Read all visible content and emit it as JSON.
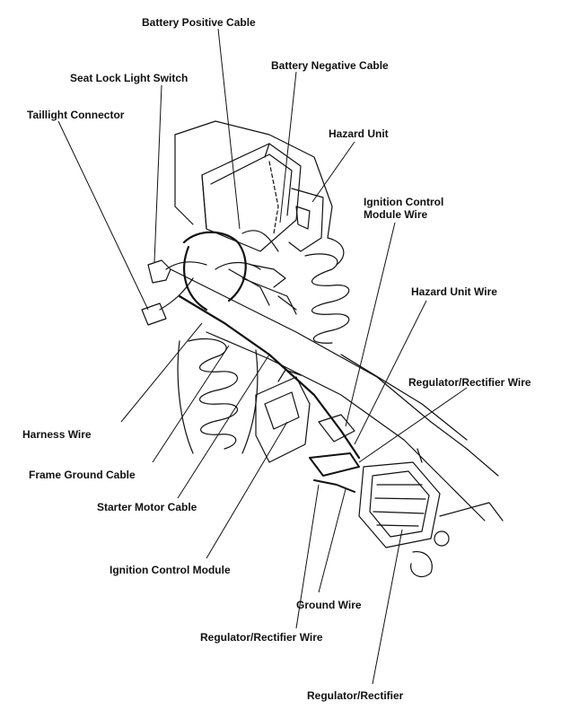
{
  "diagram": {
    "labels": {
      "battery_positive_cable": "Battery Positive Cable",
      "battery_negative_cable": "Battery Negative Cable",
      "seat_lock_light_switch": "Seat Lock Light Switch",
      "taillight_connector": "Taillight Connector",
      "hazard_unit": "Hazard Unit",
      "ignition_control_module_wire": "Ignition Control\nModule Wire",
      "hazard_unit_wire": "Hazard Unit Wire",
      "regulator_rectifier_wire_right": "Regulator/Rectifier Wire",
      "harness_wire": "Harness Wire",
      "frame_ground_cable": "Frame Ground Cable",
      "starter_motor_cable": "Starter Motor Cable",
      "ignition_control_module": "Ignition Control Module",
      "ground_wire": "Ground Wire",
      "regulator_rectifier_wire_bottom": "Regulator/Rectifier Wire",
      "regulator_rectifier": "Regulator/Rectifier"
    },
    "colors": {
      "ink": "#111111",
      "paper": "#ffffff"
    }
  }
}
